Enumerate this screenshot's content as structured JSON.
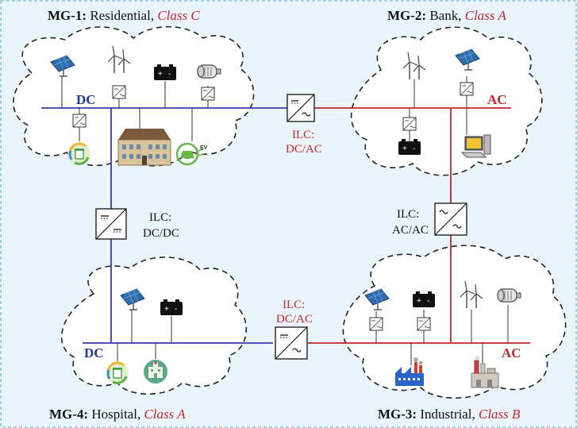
{
  "colors": {
    "dc_bus": "#3a3ab0",
    "ac_bus": "#c0282d",
    "class_text": "#c0282d",
    "frame": "#9fd0e6",
    "background": "#e9f4fb"
  },
  "microgrids": {
    "mg1": {
      "tag": "MG-1:",
      "name": "Residential,",
      "class": "Class C",
      "bus": "DC",
      "sources": [
        "solar-panel-icon",
        "wind-turbine-icon",
        "battery-icon",
        "generator-icon"
      ],
      "loads": [
        "recycling-bin-icon",
        "residential-building-icon",
        "ev-charger-icon"
      ],
      "ev_label": "EV"
    },
    "mg2": {
      "tag": "MG-2:",
      "name": "Bank,",
      "class": "Class A",
      "bus": "AC",
      "sources": [
        "wind-turbine-icon",
        "solar-panel-icon",
        "battery-icon"
      ],
      "loads": [
        "computer-icon"
      ]
    },
    "mg3": {
      "tag": "MG-3:",
      "name": "Industrial,",
      "class": "Class B",
      "bus": "AC",
      "sources": [
        "solar-panel-icon",
        "battery-icon",
        "wind-turbine-icon",
        "generator-icon"
      ],
      "loads": [
        "factory-icon",
        "industrial-plant-icon"
      ]
    },
    "mg4": {
      "tag": "MG-4:",
      "name": "Hospital,",
      "class": "Class A",
      "bus": "DC",
      "sources": [
        "solar-panel-icon",
        "battery-icon"
      ],
      "loads": [
        "recycling-bin-icon",
        "hospital-icon"
      ]
    }
  },
  "ilcs": {
    "mg1_mg2": {
      "line1": "ILC:",
      "line2": "DC/AC"
    },
    "mg1_mg4": {
      "line1": "ILC:",
      "line2": "DC/DC"
    },
    "mg2_mg3": {
      "line1": "ILC:",
      "line2": "AC/AC"
    },
    "mg4_mg3": {
      "line1": "ILC:",
      "line2": "DC/AC"
    }
  }
}
